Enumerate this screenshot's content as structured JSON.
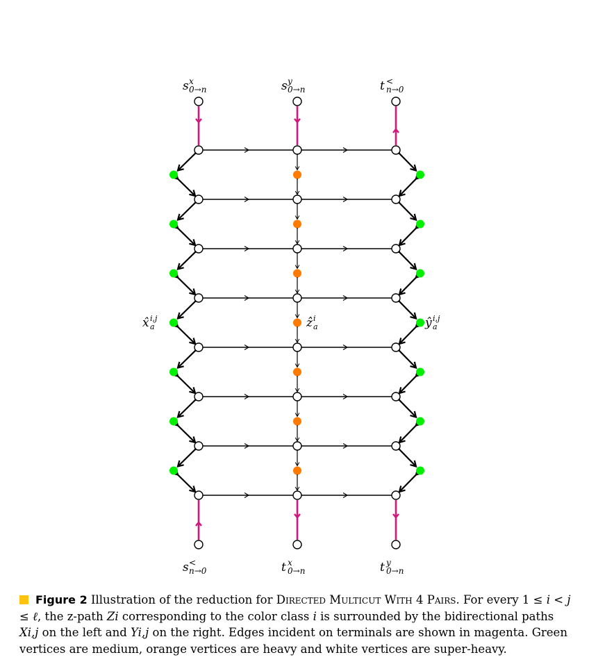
{
  "colors": {
    "terminal_edge": "#d0197a",
    "medium": "#00f000",
    "heavy": "#ff7a00",
    "super_heavy": "#ffffff",
    "caption_square": "#ffc20e"
  },
  "labels": {
    "top_left": {
      "base": "s",
      "sup": "x",
      "sub": "0→n"
    },
    "top_middle": {
      "base": "s",
      "sup": "y",
      "sub": "0→n"
    },
    "top_right": {
      "base": "t",
      "sup": "<",
      "sub": "n→0"
    },
    "bottom_left": {
      "base": "s",
      "sup": "<",
      "sub": "n→0"
    },
    "bottom_middle": {
      "base": "t",
      "sup": "x",
      "sub": "0→n"
    },
    "bottom_right": {
      "base": "t",
      "sup": "y",
      "sub": "0→n"
    },
    "left_mid": {
      "base": "x̂",
      "sup": "i,j",
      "sub": "a"
    },
    "center_mid": {
      "base": "ẑ",
      "sup": "i",
      "sub": "a"
    },
    "right_mid": {
      "base": "ŷ",
      "sup": "i,j",
      "sub": "a"
    }
  },
  "caption": {
    "figure_label": "Figure 2",
    "text_1": "Illustration of the reduction for ",
    "problem_name": "Directed Multicut With 4 Pairs",
    "text_2": ". For every 1 ≤ ",
    "line_1_end": "i < j ≤ ℓ",
    "text_3": ", the z-path ",
    "zpath": "Zi",
    "text_4": " corresponding to the color class ",
    "color_class": "i",
    "text_5": " is surrounded by the bidirectional paths ",
    "xpath": "Xi,j",
    "text_6": " on the left and ",
    "ypath": "Yi,j",
    "text_7": " on the right. Edges incident on terminals are shown in magenta. Green vertices are medium, orange vertices are heavy and white vertices are super-heavy."
  }
}
